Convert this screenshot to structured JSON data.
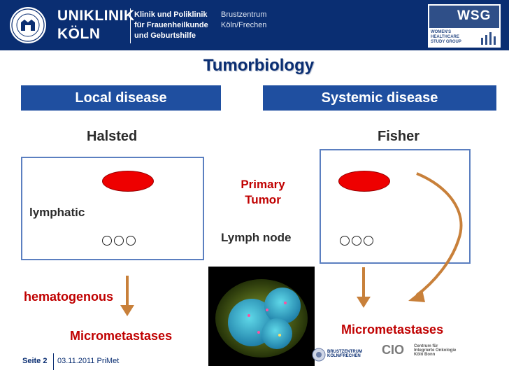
{
  "header": {
    "university_lines": [
      "UNIKLINIK",
      "KÖLN"
    ],
    "clinic_lines": [
      "Klinik und Poliklinik",
      "für Frauenheilkunde",
      "und Geburtshilfe"
    ],
    "center_lines": [
      "Brustzentrum",
      "Köln/Frechen"
    ],
    "wsg_logo": {
      "mark": "WSG",
      "subtitle_lines": [
        "WOMEN'S",
        "HEALTHCARE",
        "STUDY GROUP"
      ]
    }
  },
  "slide": {
    "title": "Tumorbiology",
    "local_band": "Local disease",
    "systemic_band": "Systemic disease",
    "halsted": "Halsted",
    "fisher": "Fisher",
    "lymphatic": "lymphatic",
    "primary_tumor_lines": [
      "Primary",
      "Tumor"
    ],
    "lymph_node": "Lymph node",
    "hematogenous": "hematogenous",
    "micrometastases_left": "Micrometastases",
    "micrometastases_right": "Micrometastases"
  },
  "footer": {
    "page": "Seite 2",
    "date_and_event": "03.11.2011   PriMet",
    "logo_brustzentrum_lines": [
      "BRUSTZENTRUM",
      "KÖLN/FRECHEN"
    ],
    "logo_cio_mark": "CIO",
    "logo_cio_lines": [
      "Centrum für",
      "Integrierte Onkologie",
      "Köln Bonn"
    ]
  },
  "colors": {
    "header_blue": "#0a2e72",
    "band_blue": "#1f4fa0",
    "tumor_red": "#ee0000",
    "accent_red": "#c00000",
    "arrow_brown": "#c8803a"
  }
}
